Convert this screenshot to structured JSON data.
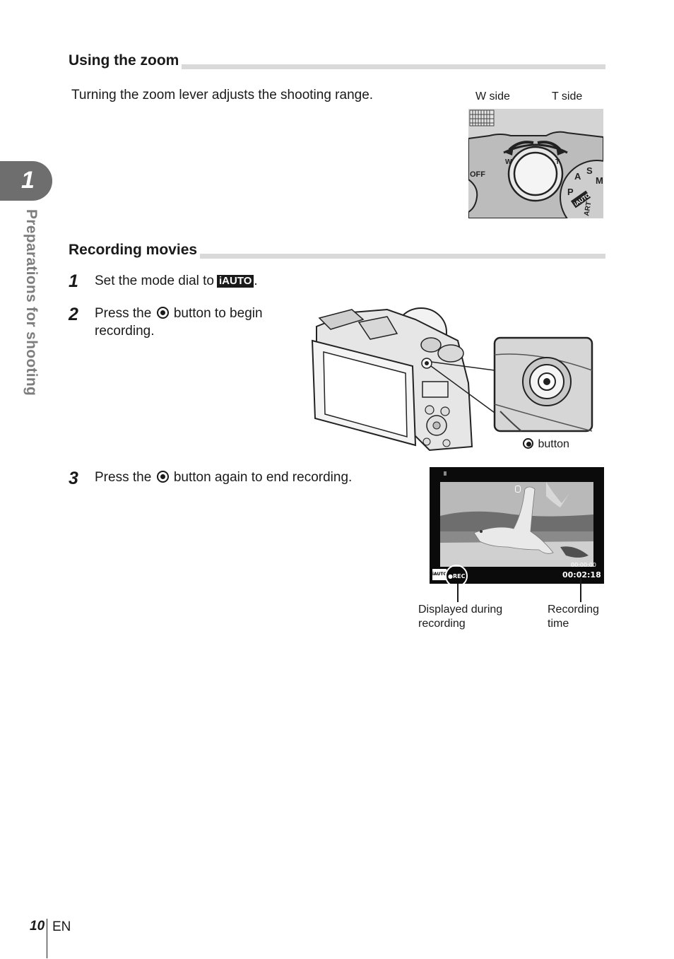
{
  "chapter": {
    "number": "1",
    "side_label": "Preparations for shooting"
  },
  "zoom_section": {
    "title": "Using the zoom",
    "text": "Turning the zoom lever adjusts the shooting range.",
    "w_label": "W side",
    "t_label": "T side",
    "lever_w_mark": "W",
    "lever_t_mark": "T",
    "dial_marks": [
      "OFF",
      "P",
      "A",
      "S",
      "M",
      "iAUTO",
      "ART"
    ]
  },
  "movie_section": {
    "title": "Recording movies",
    "steps": [
      {
        "num": "1",
        "text_before": "Set the mode dial to",
        "badge": "iAUTO",
        "text_after": "."
      },
      {
        "num": "2",
        "text_before": "Press the",
        "text_after": "button to begin recording."
      },
      {
        "num": "3",
        "text_before": "Press the",
        "text_after": "button again to end recording."
      }
    ],
    "button_caption": "button",
    "screen": {
      "mode_icon": "iAUTO",
      "rec_label": "●REC",
      "remaining_time": "00:00:00",
      "recording_time": "00:02:18"
    },
    "callout_left": "Displayed during\nrecording",
    "callout_right": "Recording\ntime"
  },
  "footer": {
    "page": "10",
    "lang": "EN"
  }
}
